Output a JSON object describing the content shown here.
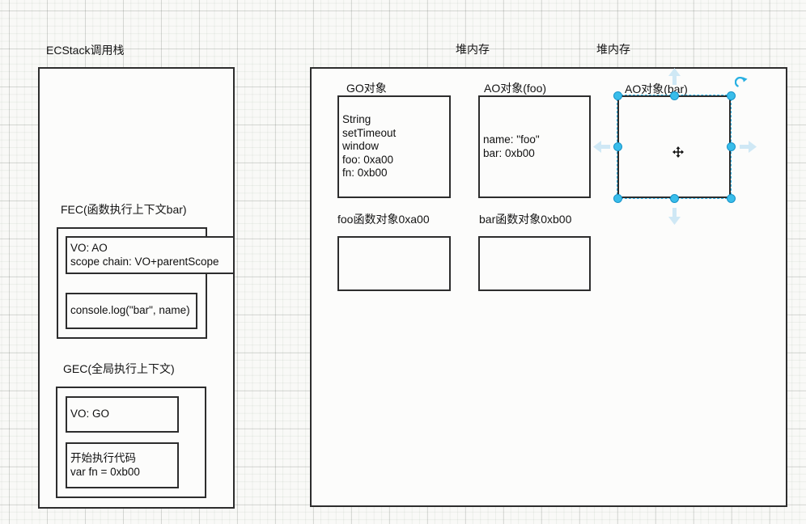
{
  "colors": {
    "canvas_bg": "#f9f9f7",
    "shape_border": "#2d2d2d",
    "shape_fill": "#fcfcfb",
    "selection_accent": "#2bb1e6",
    "selection_handle_fill": "#39bdea",
    "selection_handle_stroke": "#1693c9",
    "direction_arrow_fill": "#cfe8f5",
    "move_cursor_color": "#111111"
  },
  "icons": {
    "rotate": "rotate-clockwise-icon",
    "move": "move-cursor-icon",
    "direction_arrows": [
      "up",
      "down",
      "left",
      "right"
    ]
  },
  "stack": {
    "title": "ECStack调用栈",
    "fec": {
      "label": "FEC(函数执行上下文bar)",
      "vo_lines": [
        "VO: AO",
        "scope chain: VO+parentScope"
      ],
      "code_lines": [
        "console.log(\"bar\", name)"
      ]
    },
    "gec": {
      "label": "GEC(全局执行上下文)",
      "vo_lines": [
        "VO: GO"
      ],
      "code_lines": [
        "开始执行代码",
        "var fn = 0xb00"
      ]
    }
  },
  "heap": {
    "title_1": "堆内存",
    "title_2": "堆内存",
    "go": {
      "label": "GO对象",
      "lines": [
        "String",
        "setTimeout",
        "window",
        "foo: 0xa00",
        "fn: 0xb00"
      ]
    },
    "ao_foo": {
      "label": "AO对象(foo)",
      "lines": [
        "name: \"foo\"",
        "bar: 0xb00"
      ]
    },
    "ao_bar": {
      "label": "AO对象(bar)"
    },
    "foo_fn": {
      "label": "foo函数对象0xa00"
    },
    "bar_fn": {
      "label": "bar函数对象0xb00"
    }
  }
}
